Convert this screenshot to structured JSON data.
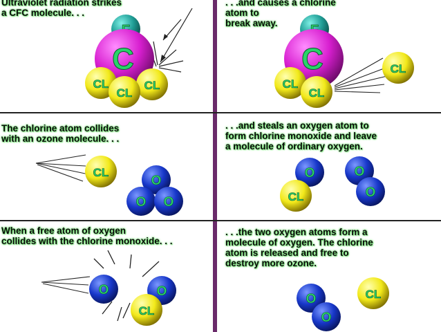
{
  "panels": [
    {
      "id": "p1",
      "caption": [
        "Ultraviolet radiation strikes",
        "a CFC molecule. . ."
      ]
    },
    {
      "id": "p2",
      "caption": [
        ". . .and causes a chlorine",
        "atom to",
        "break away."
      ]
    },
    {
      "id": "p3",
      "caption": [
        "The chlorine atom collides",
        "with an ozone molecule. . ."
      ]
    },
    {
      "id": "p4",
      "caption": [
        ". . .and steals an oxygen atom to",
        "form chlorine monoxide and leave",
        "a molecule of ordinary oxygen."
      ]
    },
    {
      "id": "p5",
      "caption": [
        "When a free atom of oxygen",
        "collides with the chlorine monoxide. . ."
      ]
    },
    {
      "id": "p6",
      "caption": [
        ". . .the two oxygen atoms form a",
        "molecule of oxygen. The chlorine",
        "atom is released and free to",
        "destroy more ozone."
      ]
    }
  ],
  "atom_labels": {
    "carbon": "C",
    "fluorine": "F",
    "chlorine": "CL",
    "oxygen": "O"
  },
  "colors": {
    "divider": "#6a2a6a",
    "rule": "#222222",
    "carbon": "#d81fd0",
    "fluorine": "#1f9d95",
    "chlorine": "#f2e91a",
    "oxygen": "#1737c9",
    "label": "#29d36a",
    "caption_glow": "#7fe57f"
  }
}
